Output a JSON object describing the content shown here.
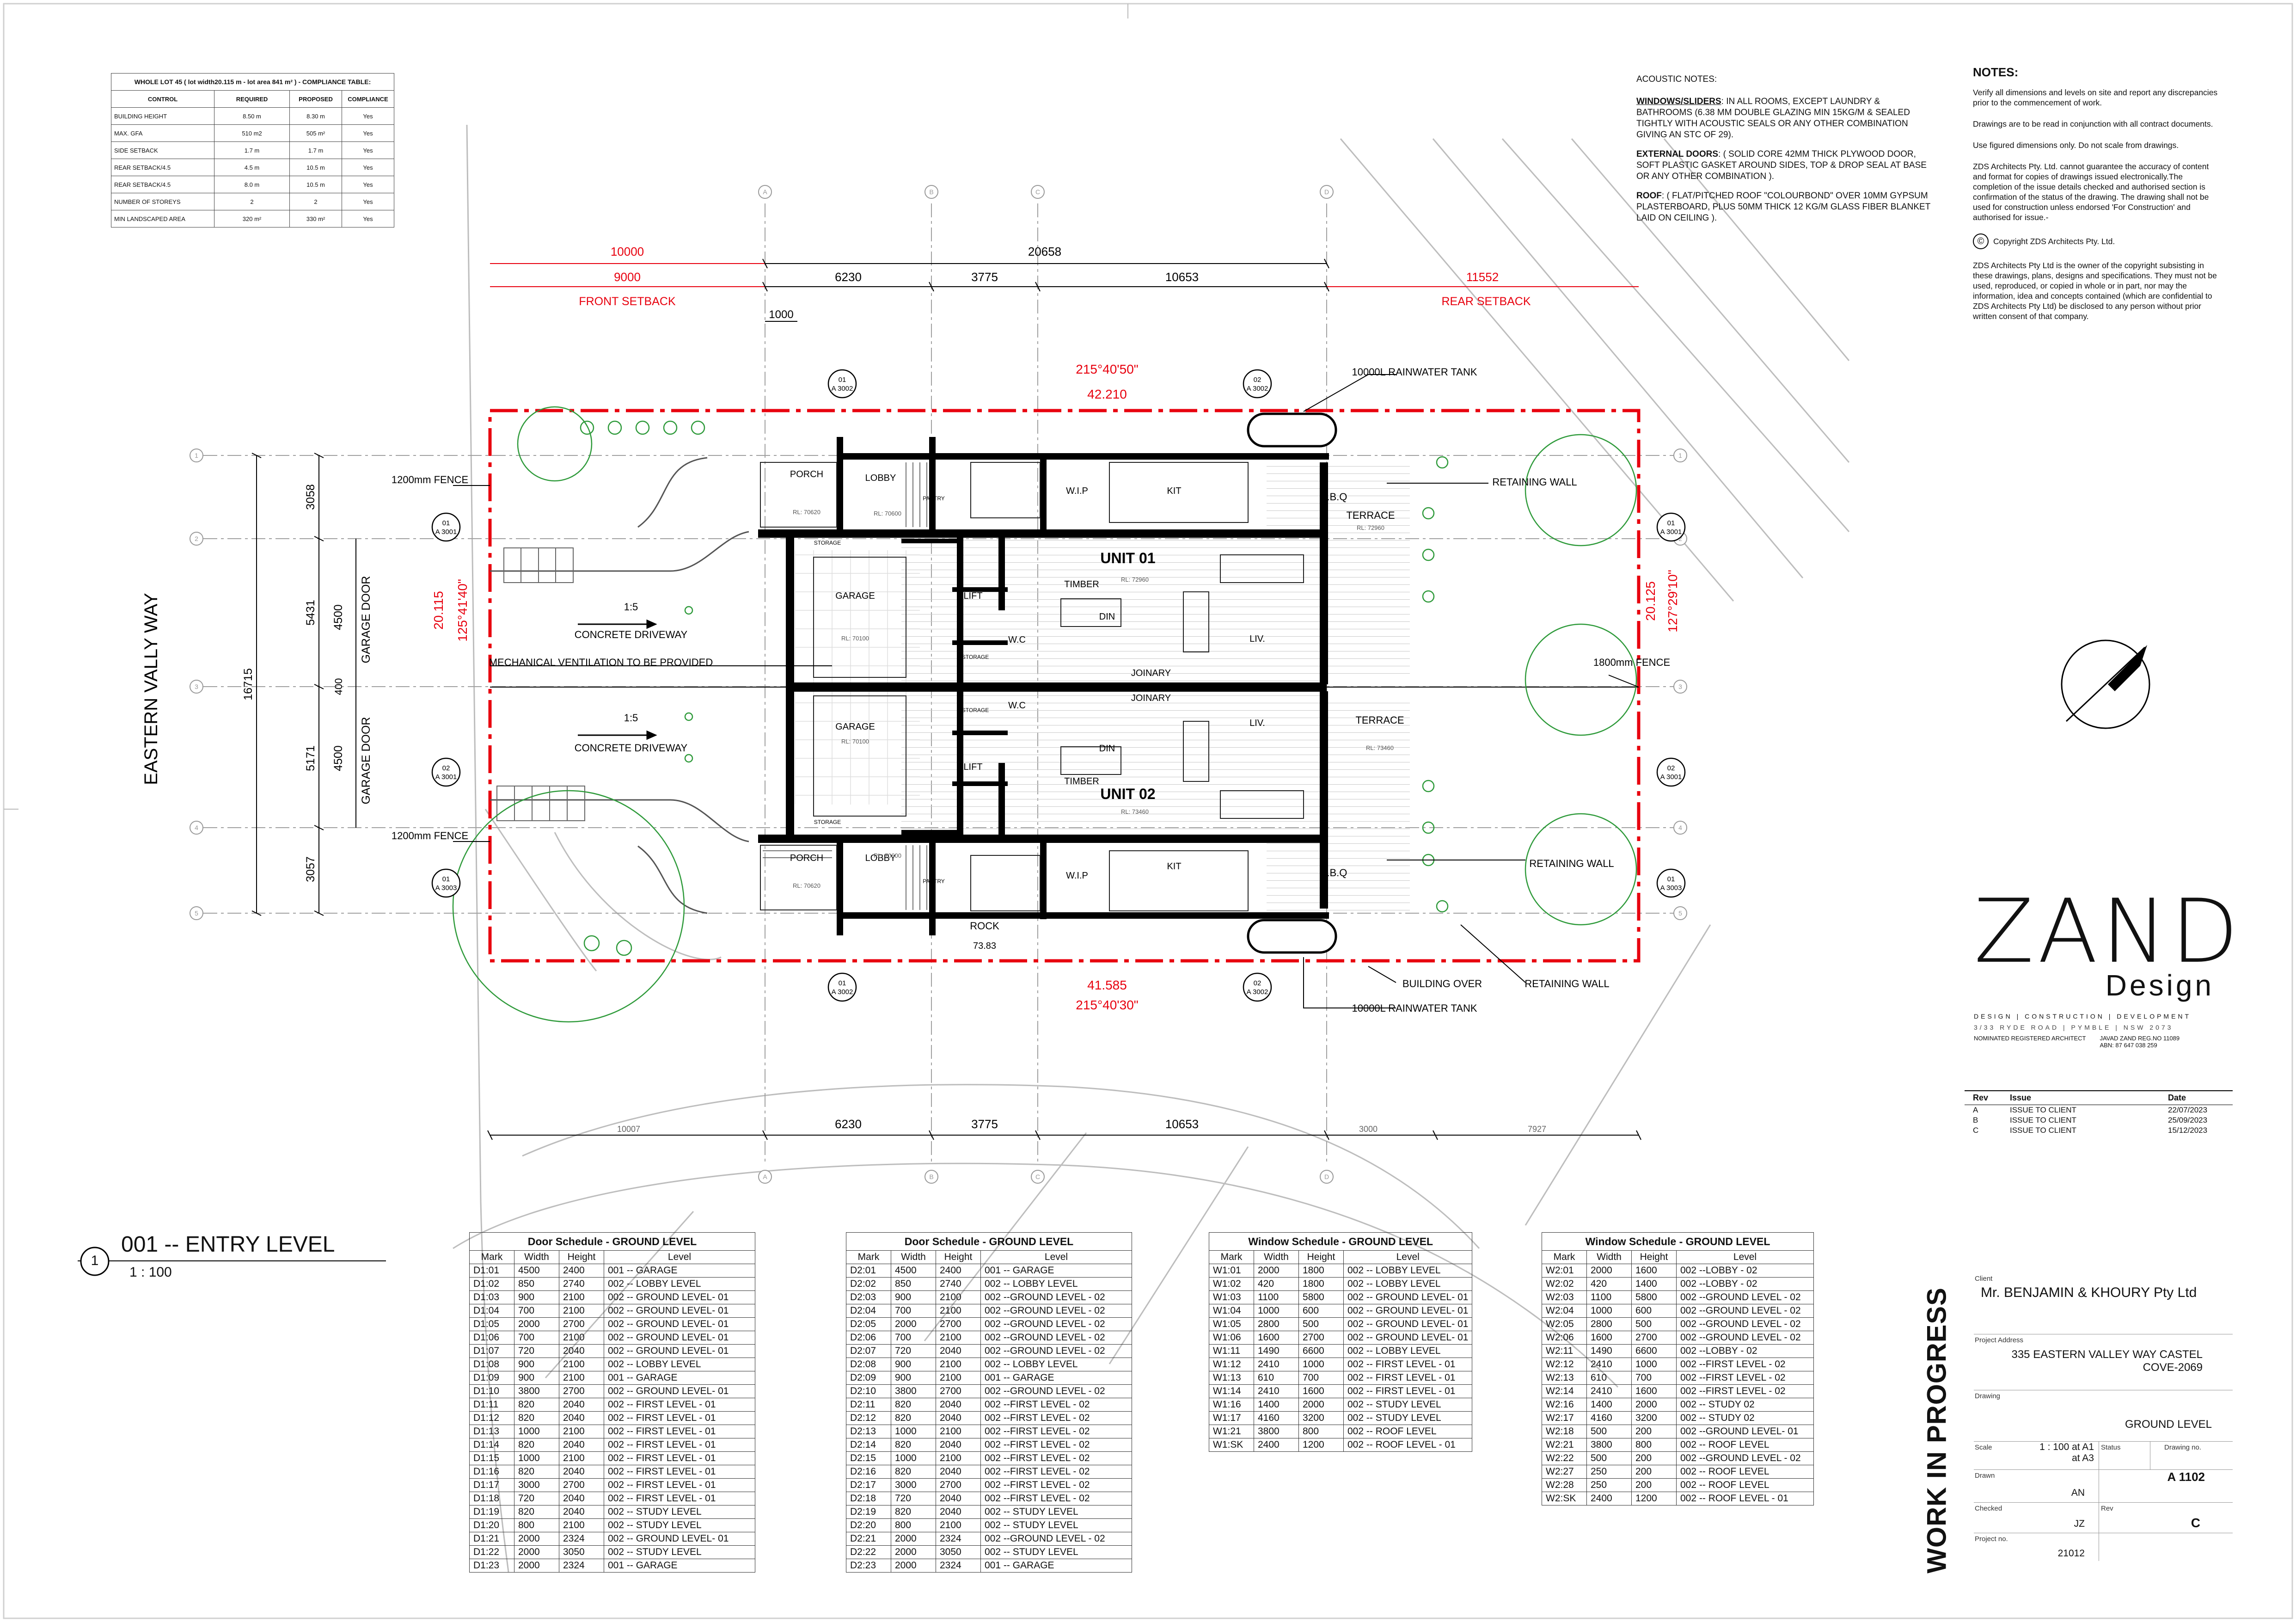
{
  "compliance_table": {
    "caption": "WHOLE LOT 45 ( lot width20.115 m - lot area 841 m² ) - COMPLIANCE TABLE:",
    "headers": [
      "CONTROL",
      "REQUIRED",
      "PROPOSED",
      "COMPLIANCE"
    ],
    "rows": [
      [
        "BUILDING HEIGHT",
        "8.50 m",
        "8.30 m",
        "Yes"
      ],
      [
        "MAX. GFA",
        "510 m2",
        "505 m²",
        "Yes"
      ],
      [
        "SIDE SETBACK",
        "1.7 m",
        "1.7 m",
        "Yes"
      ],
      [
        "REAR SETBACK/4.5",
        "4.5 m",
        "10.5 m",
        "Yes"
      ],
      [
        "REAR SETBACK/4.5",
        "8.0 m",
        "10.5 m",
        "Yes"
      ],
      [
        "NUMBER OF STOREYS",
        "2",
        "2",
        "Yes"
      ],
      [
        "MIN LANDSCAPED AREA",
        "320 m²",
        "330 m²",
        "Yes"
      ]
    ]
  },
  "acoustic_notes": {
    "title": "ACOUSTIC NOTES:",
    "items": [
      {
        "head": "WINDOWS/SLIDERS",
        "text": ": IN ALL ROOMS, EXCEPT LAUNDRY & BATHROOMS (6.38 MM DOUBLE GLAZING MIN 15KG/M & SEALED TIGHTLY WITH ACOUSTIC SEALS OR ANY OTHER COMBINATION GIVING AN STC OF 29)."
      },
      {
        "head": "EXTERNAL DOORS",
        "text": ": ( SOLID CORE 42MM THICK PLYWOOD DOOR, SOFT PLASTIC GASKET AROUND SIDES, TOP & DROP SEAL AT BASE OR ANY OTHER COMBINATION )."
      },
      {
        "head": "ROOF",
        "text": ": ( FLAT/PITCHED ROOF \"COLOURBOND\" OVER 10MM GYPSUM PLASTERBOARD, PLUS 50MM THICK 12 KG/M GLASS FIBER BLANKET LAID ON CEILING )."
      }
    ]
  },
  "notes": {
    "title": "NOTES:",
    "paragraphs": [
      "Verify all dimensions and levels on site and report any discrepancies prior to the commencement of work.",
      "Drawings are to be read in conjunction with all contract documents.",
      "Use figured dimensions only. Do not scale from drawings.",
      "ZDS Architects Pty. Ltd. cannot guarantee the accuracy of content and format for copies of drawings issued electronically.The completion of the issue details checked and authorised section is confirmation of the status of the drawing. The drawing shall not be used for construction unless endorsed 'For Construction' and authorised for issue.-"
    ],
    "copyright": "Copyright ZDS Architects Pty. Ltd.",
    "copyright_para": "ZDS Architects Pty Ltd is the owner of the copyright subsisting in these drawings, plans, designs and specifications. They must not be used, reproduced, or copied in whole or in part, nor may the information, idea and concepts contained (which are confidential to ZDS Architects Pty Ltd) be disclosed to any person without prior written consent of that company."
  },
  "plan": {
    "street": "EASTERN VALLY WAY",
    "top_dims": {
      "d10000": "10000",
      "d20658": "20658",
      "d11552": "11552",
      "d9000": "9000",
      "d6230": "6230",
      "d3775": "3775",
      "d10653": "10653",
      "d1000": "1000"
    },
    "front_setback": "FRONT SETBACK",
    "rear_setback": "REAR SETBACK",
    "bearing_top": "215°40'50\"",
    "length_top": "42.210",
    "bearing_bottom": "215°40'30\"",
    "length_bottom": "41.585",
    "width_left": "20.115",
    "bearing_left": "125°41'40\"",
    "width_right": "20.125",
    "bearing_right": "127°29'10\"",
    "left_dims": {
      "d16715": "16715",
      "d3058": "3058",
      "d5431": "5431",
      "d4500a": "4500",
      "d400": "400",
      "d5171": "5171",
      "d4500b": "4500",
      "d3057": "3057"
    },
    "garage_door": "GARAGE DOOR",
    "bottom_dims": {
      "d10007": "10007",
      "d6230": "6230",
      "d3775": "3775",
      "d10653": "10653",
      "d3000": "3000",
      "d7927": "7927"
    },
    "labels": {
      "rainwater_tank": "10000L RAINWATER TANK",
      "retaining_wall": "RETAINING WALL",
      "fence_1200": "1200mm FENCE",
      "fence_1800": "1800mm FENCE",
      "mech_vent": "MECHANICAL VENTILATION TO BE PROVIDED",
      "concrete_driveway": "CONCRETE DRIVEWAY",
      "slope": "1:5",
      "building_over": "BUILDING OVER",
      "rock": "ROCK",
      "rock_level": "73.83",
      "unit1": "UNIT 01",
      "unit2": "UNIT 02",
      "porch": "PORCH",
      "lobby": "LOBBY",
      "garage": "GARAGE",
      "lift": "LIFT",
      "wc": "W.C",
      "storage": "STORAGE",
      "pantry": "PANTRY",
      "wip": "W.I.P",
      "kit": "KIT",
      "din": "DIN",
      "liv": "LIV.",
      "joinary": "JOINARY",
      "timber": "TIMBER",
      "bbq": "B.B.Q",
      "terrace": "TERRACE",
      "rl_garage": "RL: 70100",
      "rl_porch": "RL: 70620",
      "rl_lobby": "RL: 70600",
      "rl_timber1": "RL: 72960",
      "rl_timber2": "RL: 73460",
      "rl_terrace1": "RL: 72960",
      "rl_terrace2": "RL: 73460"
    },
    "sheet_refs": {
      "a3001": "A 3001",
      "a3002": "A 3002",
      "a3003": "A 3003",
      "n01": "01",
      "n02": "02"
    },
    "grid": {
      "c1": "1",
      "c2": "2",
      "c3": "3",
      "c4": "4",
      "c5": "5",
      "rA": "A",
      "rB": "B",
      "rC": "C",
      "rD": "D"
    }
  },
  "view_title": {
    "number": "1",
    "name": "001 -- ENTRY LEVEL",
    "scale": "1 : 100"
  },
  "logo": {
    "main": "ZAND",
    "sub": "Design",
    "services": "DESIGN | CONSTRUCTION | DEVELOPMENT",
    "address": "3/33 RYDE ROAD | PYMBLE | NSW 2073",
    "architect_label": "NOMINATED REGISTERED ARCHITECT",
    "architect": "JAVAD ZAND REG.NO 11089",
    "abn": "ABN: 87 647 038 259"
  },
  "revisions": {
    "headers": [
      "Rev",
      "Issue",
      "Date"
    ],
    "rows": [
      [
        "A",
        "ISSUE TO CLIENT",
        "22/07/2023"
      ],
      [
        "B",
        "ISSUE TO CLIENT",
        "25/09/2023"
      ],
      [
        "C",
        "ISSUE TO CLIENT",
        "15/12/2023"
      ]
    ]
  },
  "title_block": {
    "stamp": "WORK IN PROGRESS",
    "client_label": "Client",
    "client": "Mr. BENJAMIN & KHOURY Pty Ltd",
    "address_label": "Project Address",
    "address_line1": "335 EASTERN VALLEY WAY CASTEL",
    "address_line2": "COVE-2069",
    "drawing_label": "Drawing",
    "drawing": "GROUND LEVEL",
    "scale_label": "Scale",
    "scale1": "1 : 100 at A1",
    "scale2": "at A3",
    "status_label": "Status",
    "drawing_no_label": "Drawing no.",
    "drawing_no": "A 1102",
    "drawn_label": "Drawn",
    "drawn": "AN",
    "checked_label": "Checked",
    "checked": "JZ",
    "rev_label": "Rev",
    "rev": "C",
    "project_no_label": "Project no.",
    "project_no": "21012"
  },
  "schedules": [
    {
      "title": "Door Schedule - GROUND LEVEL",
      "headers": [
        "Mark",
        "Width",
        "Height",
        "Level"
      ],
      "rows": [
        [
          "D1:01",
          "4500",
          "2400",
          "001 -- GARAGE"
        ],
        [
          "D1:02",
          "850",
          "2740",
          "002 -- LOBBY LEVEL"
        ],
        [
          "D1:03",
          "900",
          "2100",
          "002 -- GROUND LEVEL- 01"
        ],
        [
          "D1:04",
          "700",
          "2100",
          "002 -- GROUND LEVEL- 01"
        ],
        [
          "D1:05",
          "2000",
          "2700",
          "002 -- GROUND LEVEL- 01"
        ],
        [
          "D1:06",
          "700",
          "2100",
          "002 -- GROUND LEVEL- 01"
        ],
        [
          "D1:07",
          "720",
          "2040",
          "002 -- GROUND LEVEL- 01"
        ],
        [
          "D1:08",
          "900",
          "2100",
          "002 -- LOBBY LEVEL"
        ],
        [
          "D1:09",
          "900",
          "2100",
          "001 -- GARAGE"
        ],
        [
          "D1:10",
          "3800",
          "2700",
          "002 -- GROUND LEVEL- 01"
        ],
        [
          "D1:11",
          "820",
          "2040",
          "002 -- FIRST LEVEL - 01"
        ],
        [
          "D1:12",
          "820",
          "2040",
          "002 -- FIRST LEVEL - 01"
        ],
        [
          "D1:13",
          "1000",
          "2100",
          "002 -- FIRST LEVEL - 01"
        ],
        [
          "D1:14",
          "820",
          "2040",
          "002 -- FIRST LEVEL - 01"
        ],
        [
          "D1:15",
          "1000",
          "2100",
          "002 -- FIRST LEVEL - 01"
        ],
        [
          "D1:16",
          "820",
          "2040",
          "002 -- FIRST LEVEL - 01"
        ],
        [
          "D1:17",
          "3000",
          "2700",
          "002 -- FIRST LEVEL - 01"
        ],
        [
          "D1:18",
          "720",
          "2040",
          "002 -- FIRST LEVEL - 01"
        ],
        [
          "D1:19",
          "820",
          "2040",
          "002 -- STUDY LEVEL"
        ],
        [
          "D1:20",
          "800",
          "2100",
          "002 -- STUDY LEVEL"
        ],
        [
          "D1:21",
          "2000",
          "2324",
          "002 -- GROUND LEVEL- 01"
        ],
        [
          "D1:22",
          "2000",
          "3050",
          "002 -- STUDY LEVEL"
        ],
        [
          "D1:23",
          "2000",
          "2324",
          "001 -- GARAGE"
        ]
      ]
    },
    {
      "title": "Door Schedule - GROUND LEVEL",
      "headers": [
        "Mark",
        "Width",
        "Height",
        "Level"
      ],
      "rows": [
        [
          "D2:01",
          "4500",
          "2400",
          "001 -- GARAGE"
        ],
        [
          "D2:02",
          "850",
          "2740",
          "002 -- LOBBY LEVEL"
        ],
        [
          "D2:03",
          "900",
          "2100",
          "002 --GROUND LEVEL - 02"
        ],
        [
          "D2:04",
          "700",
          "2100",
          "002 --GROUND LEVEL - 02"
        ],
        [
          "D2:05",
          "2000",
          "2700",
          "002 --GROUND LEVEL - 02"
        ],
        [
          "D2:06",
          "700",
          "2100",
          "002 --GROUND LEVEL - 02"
        ],
        [
          "D2:07",
          "720",
          "2040",
          "002 --GROUND LEVEL - 02"
        ],
        [
          "D2:08",
          "900",
          "2100",
          "002 -- LOBBY LEVEL"
        ],
        [
          "D2:09",
          "900",
          "2100",
          "001 -- GARAGE"
        ],
        [
          "D2:10",
          "3800",
          "2700",
          "002 --GROUND LEVEL - 02"
        ],
        [
          "D2:11",
          "820",
          "2040",
          "002 --FIRST LEVEL - 02"
        ],
        [
          "D2:12",
          "820",
          "2040",
          "002 --FIRST LEVEL - 02"
        ],
        [
          "D2:13",
          "1000",
          "2100",
          "002 --FIRST LEVEL - 02"
        ],
        [
          "D2:14",
          "820",
          "2040",
          "002 --FIRST LEVEL - 02"
        ],
        [
          "D2:15",
          "1000",
          "2100",
          "002 --FIRST LEVEL - 02"
        ],
        [
          "D2:16",
          "820",
          "2040",
          "002 --FIRST LEVEL - 02"
        ],
        [
          "D2:17",
          "3000",
          "2700",
          "002 --FIRST LEVEL - 02"
        ],
        [
          "D2:18",
          "720",
          "2040",
          "002 --FIRST LEVEL - 02"
        ],
        [
          "D2:19",
          "820",
          "2040",
          "002 -- STUDY LEVEL"
        ],
        [
          "D2:20",
          "800",
          "2100",
          "002 -- STUDY LEVEL"
        ],
        [
          "D2:21",
          "2000",
          "2324",
          "002 --GROUND LEVEL - 02"
        ],
        [
          "D2:22",
          "2000",
          "3050",
          "002 -- STUDY LEVEL"
        ],
        [
          "D2:23",
          "2000",
          "2324",
          "001 -- GARAGE"
        ]
      ]
    },
    {
      "title": "Window Schedule - GROUND LEVEL",
      "headers": [
        "Mark",
        "Width",
        "Height",
        "Level"
      ],
      "rows": [
        [
          "W1:01",
          "2000",
          "1800",
          "002 -- LOBBY LEVEL"
        ],
        [
          "W1:02",
          "420",
          "1800",
          "002 -- LOBBY LEVEL"
        ],
        [
          "W1:03",
          "1100",
          "5800",
          "002 -- GROUND LEVEL- 01"
        ],
        [
          "W1:04",
          "1000",
          "600",
          "002 -- GROUND LEVEL- 01"
        ],
        [
          "W1:05",
          "2800",
          "500",
          "002 -- GROUND LEVEL- 01"
        ],
        [
          "W1:06",
          "1600",
          "2700",
          "002 -- GROUND LEVEL- 01"
        ],
        [
          "W1:11",
          "1490",
          "6600",
          "002 -- LOBBY LEVEL"
        ],
        [
          "W1:12",
          "2410",
          "1000",
          "002 -- FIRST LEVEL - 01"
        ],
        [
          "W1:13",
          "610",
          "700",
          "002 -- FIRST LEVEL - 01"
        ],
        [
          "W1:14",
          "2410",
          "1600",
          "002 -- FIRST LEVEL - 01"
        ],
        [
          "W1:16",
          "1400",
          "2000",
          "002 -- STUDY LEVEL"
        ],
        [
          "W1:17",
          "4160",
          "3200",
          "002 -- STUDY LEVEL"
        ],
        [
          "W1:21",
          "3800",
          "800",
          "002 -- ROOF LEVEL"
        ],
        [
          "W1:SK",
          "2400",
          "1200",
          "002 -- ROOF LEVEL - 01"
        ]
      ]
    },
    {
      "title": "Window Schedule - GROUND LEVEL",
      "headers": [
        "Mark",
        "Width",
        "Height",
        "Level"
      ],
      "rows": [
        [
          "W2:01",
          "2000",
          "1600",
          "002 --LOBBY - 02"
        ],
        [
          "W2:02",
          "420",
          "1400",
          "002 --LOBBY - 02"
        ],
        [
          "W2:03",
          "1100",
          "5800",
          "002 --GROUND LEVEL - 02"
        ],
        [
          "W2:04",
          "1000",
          "600",
          "002 --GROUND LEVEL - 02"
        ],
        [
          "W2:05",
          "2800",
          "500",
          "002 --GROUND LEVEL - 02"
        ],
        [
          "W2:06",
          "1600",
          "2700",
          "002 --GROUND LEVEL - 02"
        ],
        [
          "W2:11",
          "1490",
          "6600",
          "002 --LOBBY - 02"
        ],
        [
          "W2:12",
          "2410",
          "1000",
          "002 --FIRST LEVEL - 02"
        ],
        [
          "W2:13",
          "610",
          "700",
          "002 --FIRST LEVEL - 02"
        ],
        [
          "W2:14",
          "2410",
          "1600",
          "002 --FIRST LEVEL - 02"
        ],
        [
          "W2:16",
          "1400",
          "2000",
          "002 -- STUDY 02"
        ],
        [
          "W2:17",
          "4160",
          "3200",
          "002 -- STUDY 02"
        ],
        [
          "W2:18",
          "500",
          "200",
          "002 --GROUND LEVEL- 01"
        ],
        [
          "W2:21",
          "3800",
          "800",
          "002 -- ROOF LEVEL"
        ],
        [
          "W2:22",
          "500",
          "200",
          "002 --GROUND LEVEL - 02"
        ],
        [
          "W2:27",
          "250",
          "200",
          "002 -- ROOF LEVEL"
        ],
        [
          "W2:28",
          "250",
          "200",
          "002 -- ROOF LEVEL"
        ],
        [
          "W2:SK",
          "2400",
          "1200",
          "002 -- ROOF LEVEL - 01"
        ]
      ]
    }
  ],
  "colors": {
    "boundary": "#e8000e",
    "walls": "#000000",
    "trees": "#2e9a3a",
    "grid": "#9a9a9a",
    "contour": "#b0b0b0"
  }
}
